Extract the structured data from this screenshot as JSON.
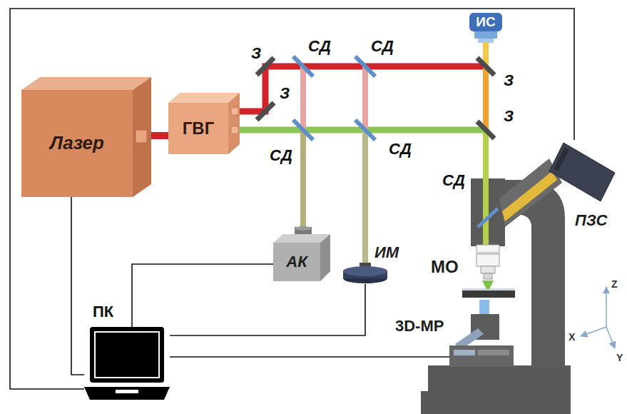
{
  "diagram": {
    "nodes": [
      {
        "text": [
          "Лазер"
        ]
      },
      {
        "text": [
          "ГВГ"
        ]
      },
      {
        "text": [
          "ИС"
        ]
      },
      {
        "text": [
          "АК"
        ]
      },
      {
        "text": [
          "ИМ"
        ]
      },
      {
        "text": [
          "ПК"
        ]
      },
      {
        "text": [
          "ПЗС"
        ]
      },
      {
        "text": [
          "МО"
        ]
      },
      {
        "text": [
          "3D-МР"
        ]
      }
    ],
    "edges": [
      {
        "from": 0,
        "to": 1,
        "arrow": "none"
      },
      {
        "from": 5,
        "to": 0,
        "arrow": "none"
      },
      {
        "from": 5,
        "to": 3,
        "arrow": "none"
      },
      {
        "from": 5,
        "to": 4,
        "arrow": "none"
      },
      {
        "from": 5,
        "to": 8,
        "arrow": "none"
      },
      {
        "from": 5,
        "to": 6,
        "arrow": "none"
      }
    ],
    "labels": [
      "З",
      "СД",
      "СД",
      "З",
      "З",
      "СД",
      "СД",
      "З",
      "СД",
      "Z",
      "X",
      "Y"
    ]
  }
}
